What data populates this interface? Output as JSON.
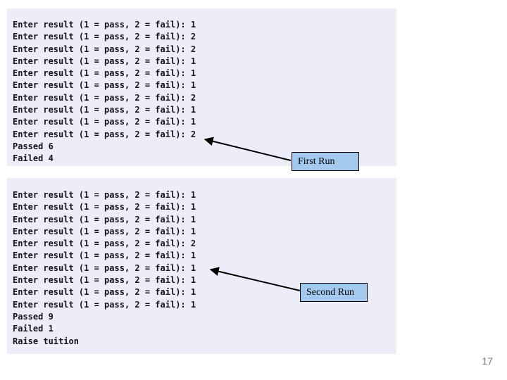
{
  "slide": {
    "page_number": "17"
  },
  "colors": {
    "slide_bg": "#ffffff",
    "console_bg": "#ededf9",
    "console_text": "#141420",
    "callout_fill": "#a3c9ef",
    "callout_border": "#000000",
    "arrow": "#000000",
    "page_number": "#757575"
  },
  "console_runs": [
    {
      "label": "First Run",
      "lines": [
        "Enter result (1 = pass, 2 = fail): 1",
        "Enter result (1 = pass, 2 = fail): 2",
        "Enter result (1 = pass, 2 = fail): 2",
        "Enter result (1 = pass, 2 = fail): 1",
        "Enter result (1 = pass, 2 = fail): 1",
        "Enter result (1 = pass, 2 = fail): 1",
        "Enter result (1 = pass, 2 = fail): 2",
        "Enter result (1 = pass, 2 = fail): 1",
        "Enter result (1 = pass, 2 = fail): 1",
        "Enter result (1 = pass, 2 = fail): 2",
        "Passed 6",
        "Failed 4"
      ]
    },
    {
      "label": "Second Run",
      "lines": [
        "Enter result (1 = pass, 2 = fail): 1",
        "Enter result (1 = pass, 2 = fail): 1",
        "Enter result (1 = pass, 2 = fail): 1",
        "Enter result (1 = pass, 2 = fail): 1",
        "Enter result (1 = pass, 2 = fail): 2",
        "Enter result (1 = pass, 2 = fail): 1",
        "Enter result (1 = pass, 2 = fail): 1",
        "Enter result (1 = pass, 2 = fail): 1",
        "Enter result (1 = pass, 2 = fail): 1",
        "Enter result (1 = pass, 2 = fail): 1",
        "Passed 9",
        "Failed 1",
        "Raise tuition"
      ]
    }
  ]
}
